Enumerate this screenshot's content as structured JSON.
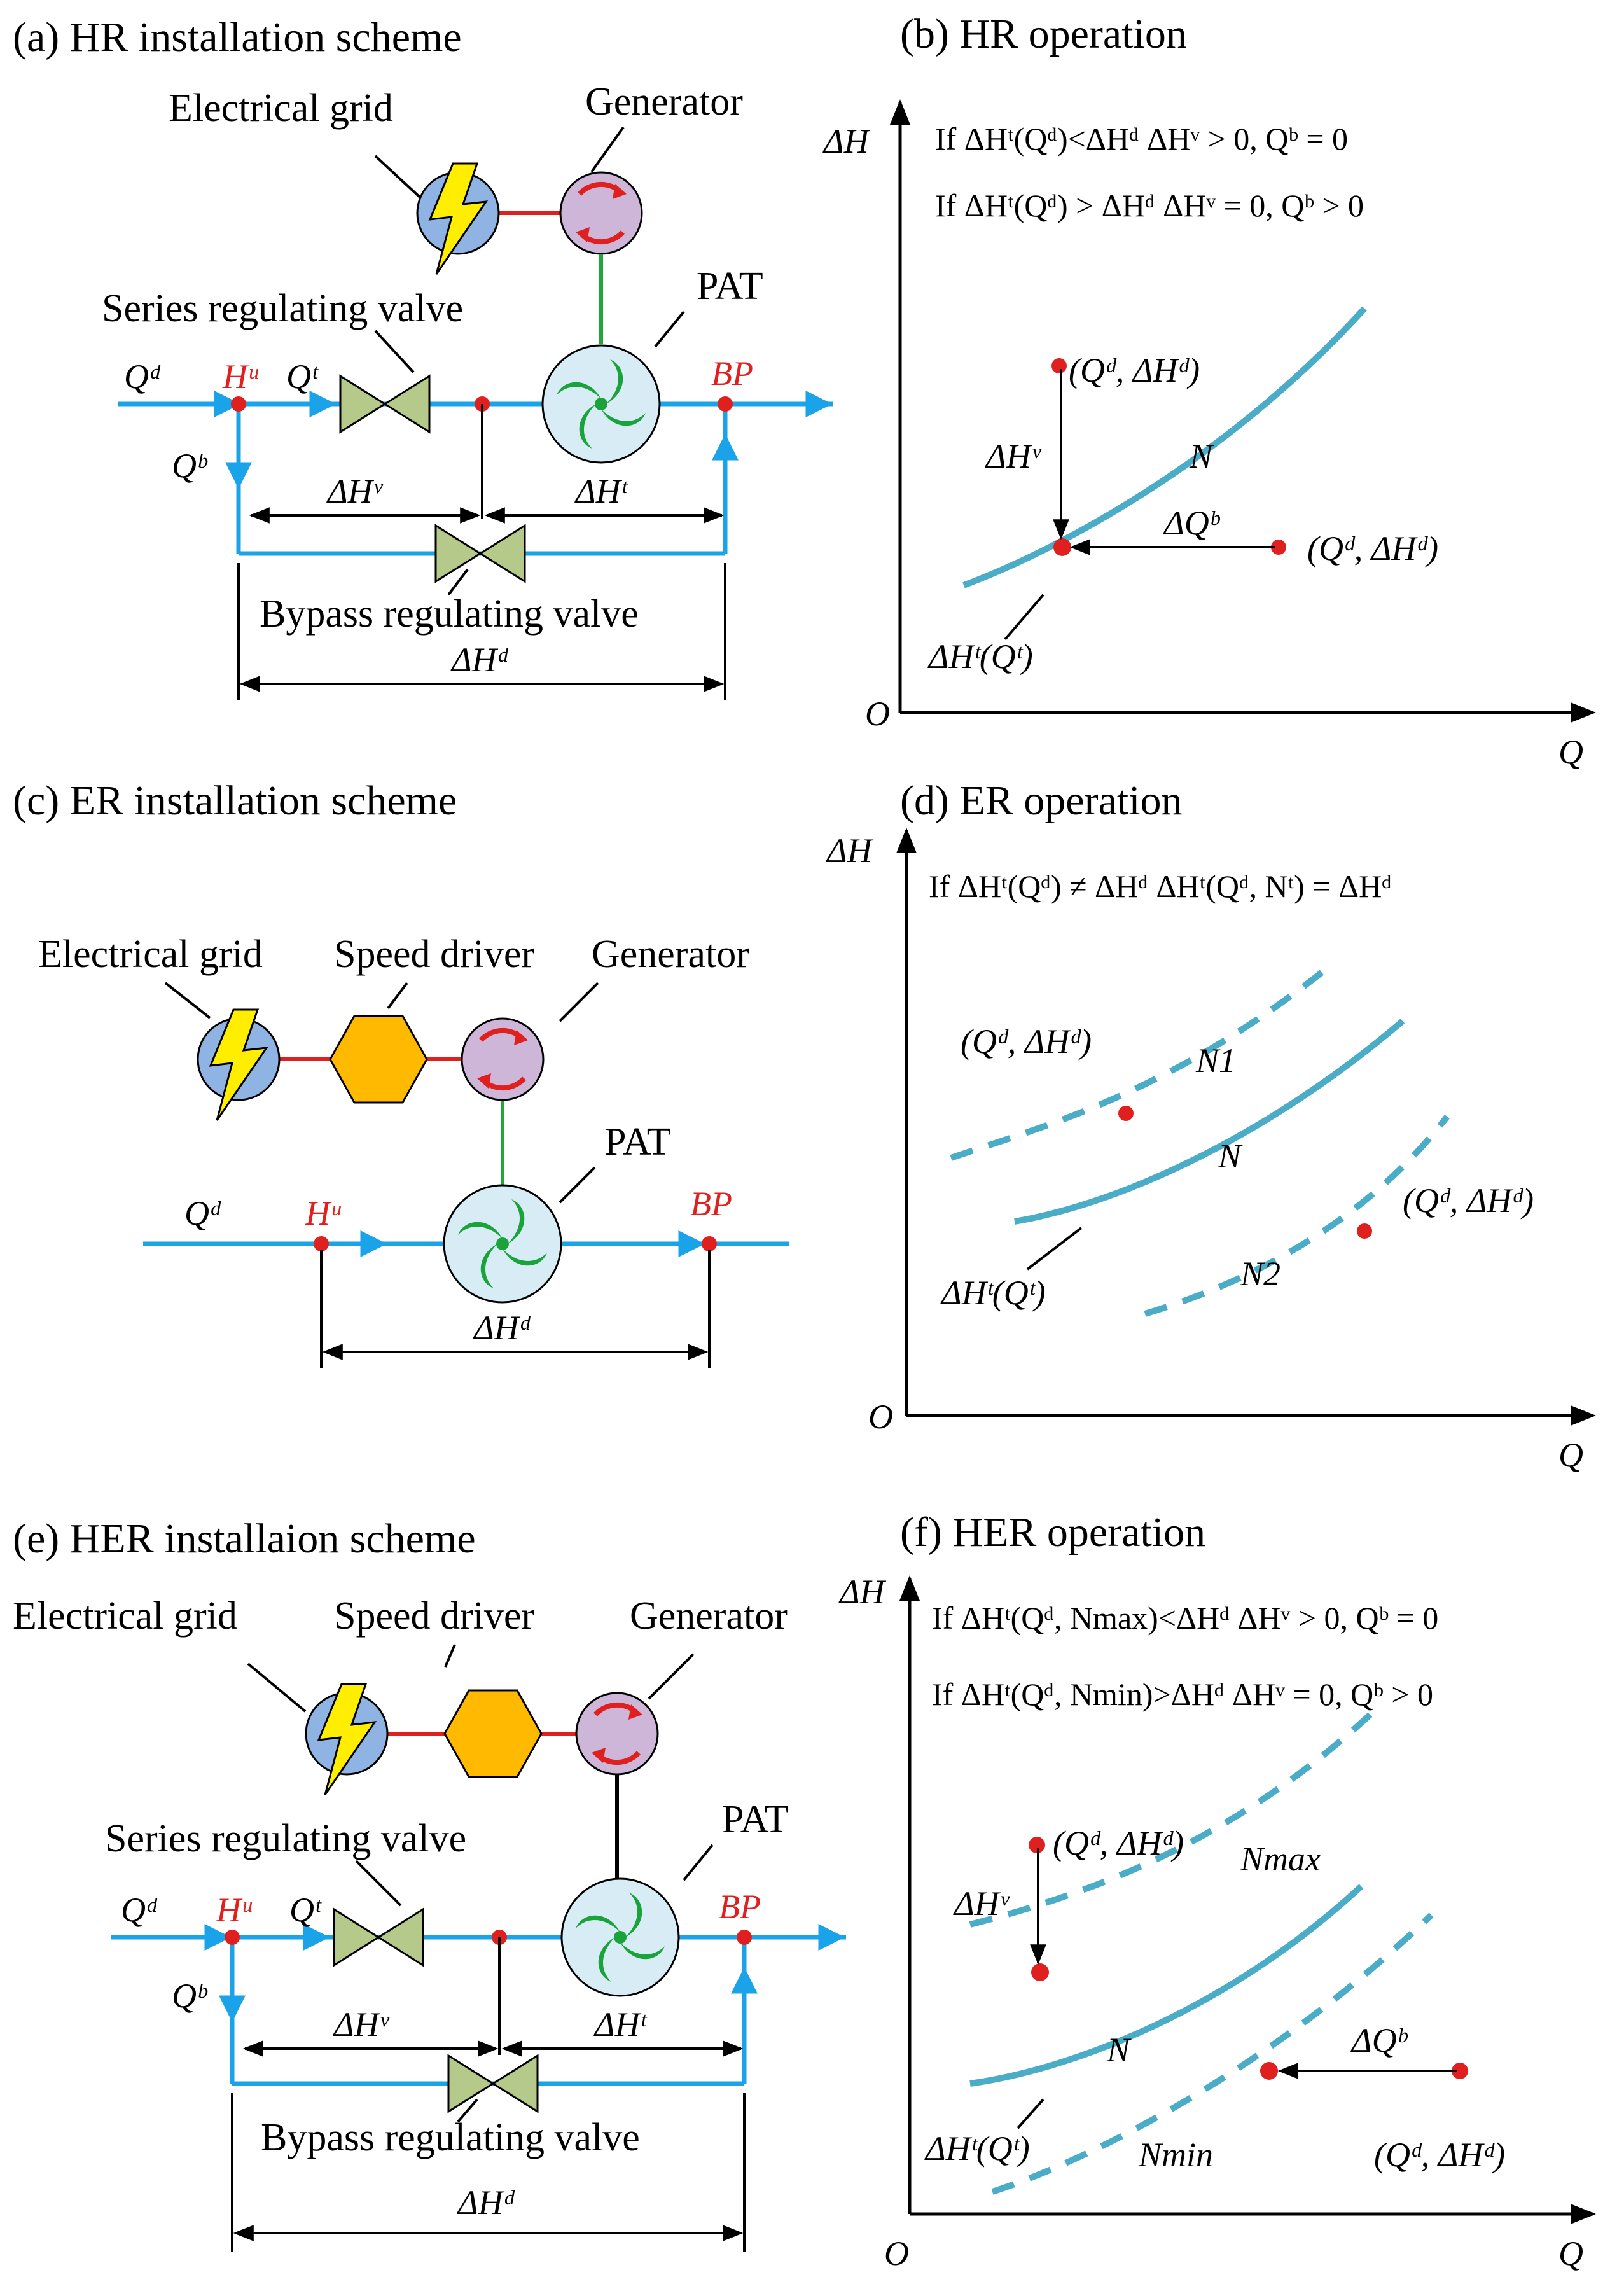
{
  "panels": {
    "a_title": "(a) HR installation scheme",
    "b_title": "(b) HR operation",
    "c_title": "(c) ER installation scheme",
    "d_title": "(d) ER operation",
    "e_title": "(e) HER installaion scheme",
    "f_title": "(f) HER operation"
  },
  "labels": {
    "electrical_grid": "Electrical grid",
    "generator": "Generator",
    "speed_driver": "Speed driver",
    "series_valve": "Series regulating valve",
    "bypass_valve": "Bypass regulating valve",
    "pat": "PAT"
  },
  "symbols": {
    "Qd": "Qᵈ",
    "Qt": "Qᵗ",
    "Qb": "Qᵇ",
    "Hu": "Hᵘ",
    "BP": "BP",
    "dHv": "ΔHᵛ",
    "dHt": "ΔHᵗ",
    "dHd": "ΔHᵈ",
    "dQb": "ΔQᵇ",
    "point_d": "(Qᵈ, ΔHᵈ)",
    "curve_t": "ΔHᵗ(Qᵗ)",
    "N": "N",
    "N1": "N1",
    "N2": "N2",
    "Nmax": "Nmax",
    "Nmin": "Nmin",
    "axis_y": "ΔH",
    "axis_x": "Q",
    "origin": "O"
  },
  "conditions": {
    "b1": "If ΔHᵗ(Qᵈ)<ΔHᵈ     ΔHᵛ > 0, Qᵇ = 0",
    "b2": "If ΔHᵗ(Qᵈ) > ΔHᵈ    ΔHᵛ = 0, Qᵇ > 0",
    "d1": "If ΔHᵗ(Qᵈ) ≠ ΔHᵈ    ΔHᵗ(Qᵈ, Nᵗ) = ΔHᵈ",
    "f1": "If ΔHᵗ(Qᵈ, Nmax)<ΔHᵈ   ΔHᵛ > 0, Qᵇ = 0",
    "f2": "If ΔHᵗ(Qᵈ, Nmin)>ΔHᵈ   ΔHᵛ = 0, Qᵇ > 0"
  },
  "colors": {
    "pipe": "#1aa3e8",
    "curve": "#4aacc6",
    "node": "#e0201e",
    "electric_link": "#e0201e",
    "shaft": "#22a63a",
    "grid_fill": "#8fb4e3",
    "bolt": "#ffee00",
    "generator_fill": "#cdb6d8",
    "speed_driver": "#ffba00",
    "valve": "#b4c98a",
    "pat_fill": "#d7ecf4",
    "impeller": "#1aa33a"
  },
  "icons": {
    "grid": "lightning-bolt-icon",
    "generator": "rotation-arrows-icon",
    "pat": "impeller-icon",
    "valve": "bowtie-valve-icon",
    "speed_driver": "hexagon-icon"
  }
}
